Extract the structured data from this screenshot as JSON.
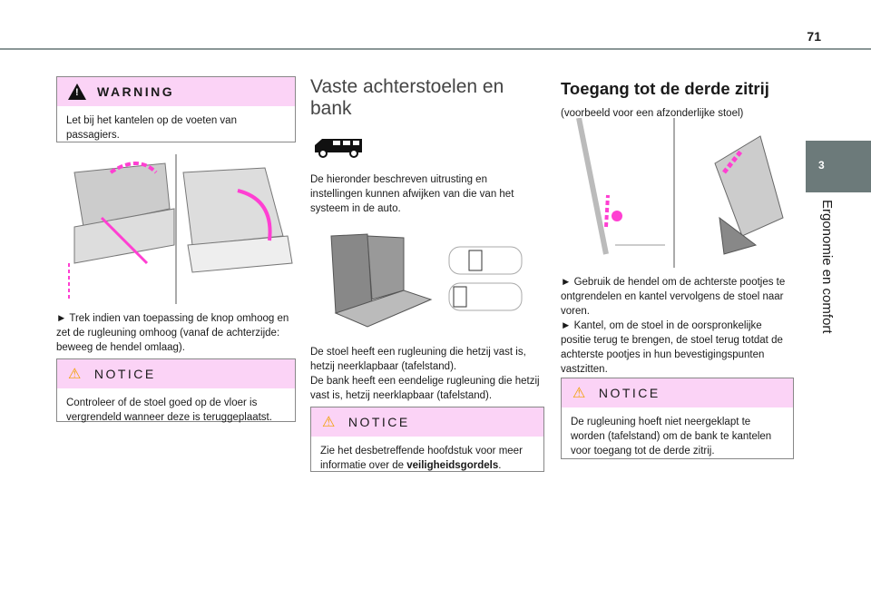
{
  "page_number": "71",
  "chapter": {
    "number": "3",
    "title": "Ergonomie en comfort"
  },
  "left": {
    "warning": {
      "title": "WARNING",
      "text": "Let bij het kantelen op de voeten van passagiers."
    },
    "instruction": "► Trek indien van toepassing de knop omhoog en zet de rugleuning omhoog (vanaf de achterzijde: beweeg de hendel omlaag).",
    "notice": {
      "title": "NOTICE",
      "text": "Controleer of de stoel goed op de vloer is vergrendeld wanneer deze is teruggeplaatst."
    }
  },
  "middle": {
    "title": "Vaste achterstoelen en bank",
    "intro": "De hieronder beschreven uitrusting en instellingen kunnen afwijken van die van het systeem in de auto.",
    "text1": "De stoel heeft een rugleuning die hetzij vast is, hetzij neerklapbaar (tafelstand).",
    "text2": "De bank heeft een eendelige rugleuning die hetzij vast is, hetzij neerklapbaar (tafelstand).",
    "notice": {
      "title": "NOTICE",
      "text_pre": "Zie het desbetreffende hoofdstuk voor meer informatie over de ",
      "text_bold": "veiligheidsgordels",
      "text_post": "."
    }
  },
  "right": {
    "title": "Toegang tot de derde zitrij",
    "subtitle": "(voorbeeld voor een afzonderlijke stoel)",
    "step1": "► Gebruik de hendel om de achterste pootjes te ontgrendelen en kantel vervolgens de stoel naar voren.",
    "step2": "► Kantel, om de stoel in de oorspronkelijke positie terug te brengen, de stoel terug totdat de achterste pootjes in hun bevestigingspunten vastzitten.",
    "notice": {
      "title": "NOTICE",
      "text": "De rugleuning hoeft niet neergeklapt te worden (tafelstand) om de bank te kantelen voor toegang tot de derde zitrij."
    }
  },
  "colors": {
    "pink": "#fbd3f6",
    "arrow": "#ff3fd2",
    "tab": "#6c7a7a"
  }
}
